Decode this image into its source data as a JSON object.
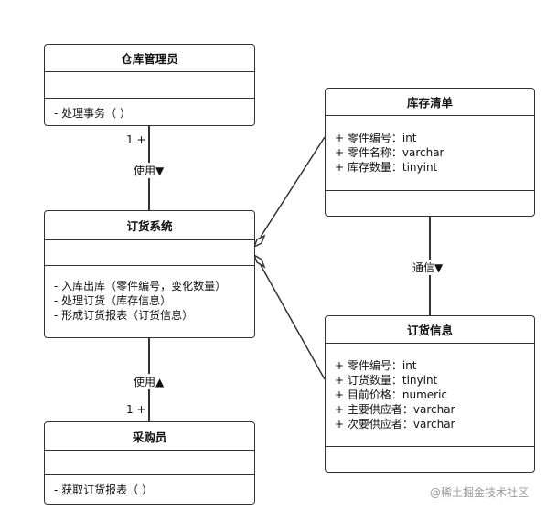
{
  "classes": {
    "warehouse_admin": {
      "name": "仓库管理员",
      "attributes": [],
      "operations": [
        "- 处理事务（ ）"
      ]
    },
    "order_system": {
      "name": "订货系统",
      "attributes": [],
      "operations": [
        "- 入库出库（零件编号，变化数量）",
        "- 处理订货（库存信息）",
        "- 形成订货报表（订货信息）"
      ]
    },
    "buyer": {
      "name": "采购员",
      "attributes": [],
      "operations": [
        "- 获取订货报表（ ）"
      ]
    },
    "inventory_list": {
      "name": "库存清单",
      "attributes": [
        "+ 零件编号：int",
        "+ 零件名称：varchar",
        "+ 库存数量：tinyint"
      ],
      "operations": []
    },
    "order_info": {
      "name": "订货信息",
      "attributes": [
        "+ 零件编号：int",
        "+ 订货数量：tinyint",
        "+ 目前价格：numeric",
        "+ 主要供应者：varchar",
        "+ 次要供应者：varchar"
      ],
      "operations": []
    }
  },
  "relations": {
    "admin_system": {
      "label": "使用▼",
      "multiplicity": "1 +"
    },
    "buyer_system": {
      "label": "使用▲",
      "multiplicity": "1 +"
    },
    "inventory_order": {
      "label": "通信▼"
    }
  },
  "watermark": "@稀土掘金技术社区"
}
